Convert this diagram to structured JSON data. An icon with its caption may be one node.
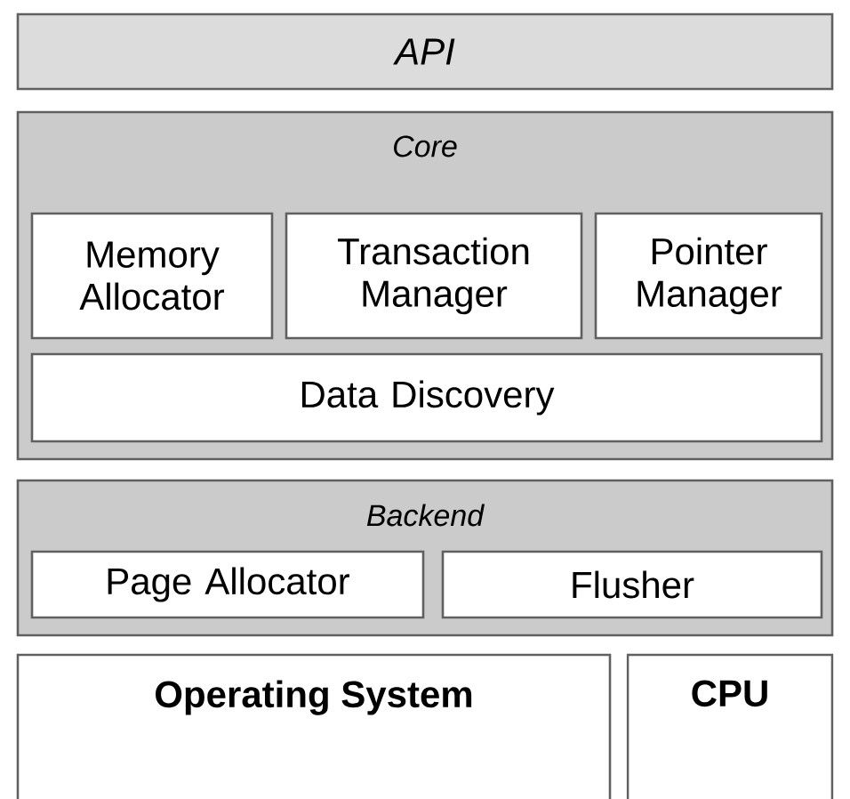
{
  "diagram": {
    "nodes": [
      {
        "text": [
          "API"
        ]
      },
      {
        "text": [
          "Core"
        ]
      },
      {
        "text": [
          "Memory Allocator"
        ],
        "in": 1
      },
      {
        "text": [
          "Transaction Manager"
        ],
        "in": 1
      },
      {
        "text": [
          "Pointer Manager"
        ],
        "in": 1
      },
      {
        "text": [
          "Data Discovery"
        ],
        "in": 1
      },
      {
        "text": [
          "Backend"
        ]
      },
      {
        "text": [
          "Page Allocator"
        ],
        "in": 6
      },
      {
        "text": [
          "Flusher"
        ],
        "in": 6
      },
      {
        "text": [
          "Operating System"
        ]
      },
      {
        "text": [
          "CPU"
        ]
      }
    ]
  }
}
